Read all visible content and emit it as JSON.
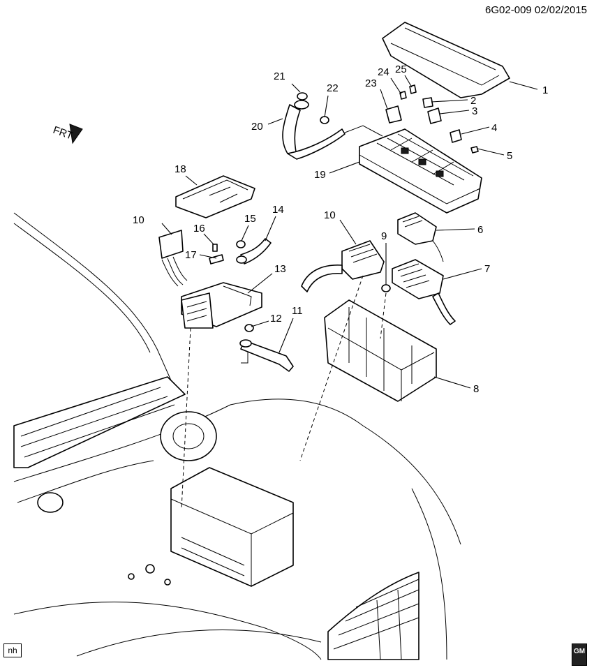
{
  "header": {
    "ref": "6G02-009  02/02/2015"
  },
  "orientation": {
    "label": "FRT"
  },
  "callouts": [
    {
      "id": "c1",
      "text": "1"
    },
    {
      "id": "c2",
      "text": "2"
    },
    {
      "id": "c3",
      "text": "3"
    },
    {
      "id": "c4",
      "text": "4"
    },
    {
      "id": "c5",
      "text": "5"
    },
    {
      "id": "c6",
      "text": "6"
    },
    {
      "id": "c7",
      "text": "7"
    },
    {
      "id": "c8",
      "text": "8"
    },
    {
      "id": "c9",
      "text": "9"
    },
    {
      "id": "c10a",
      "text": "10"
    },
    {
      "id": "c10b",
      "text": "10"
    },
    {
      "id": "c11",
      "text": "11"
    },
    {
      "id": "c12",
      "text": "12"
    },
    {
      "id": "c13",
      "text": "13"
    },
    {
      "id": "c14",
      "text": "14"
    },
    {
      "id": "c15",
      "text": "15"
    },
    {
      "id": "c16",
      "text": "16"
    },
    {
      "id": "c17",
      "text": "17"
    },
    {
      "id": "c18",
      "text": "18"
    },
    {
      "id": "c19",
      "text": "19"
    },
    {
      "id": "c20",
      "text": "20"
    },
    {
      "id": "c21",
      "text": "21"
    },
    {
      "id": "c22",
      "text": "22"
    },
    {
      "id": "c23",
      "text": "23"
    },
    {
      "id": "c24",
      "text": "24"
    },
    {
      "id": "c25",
      "text": "25"
    }
  ],
  "footer": {
    "left_badge": "nh",
    "right_badge": "GM"
  }
}
